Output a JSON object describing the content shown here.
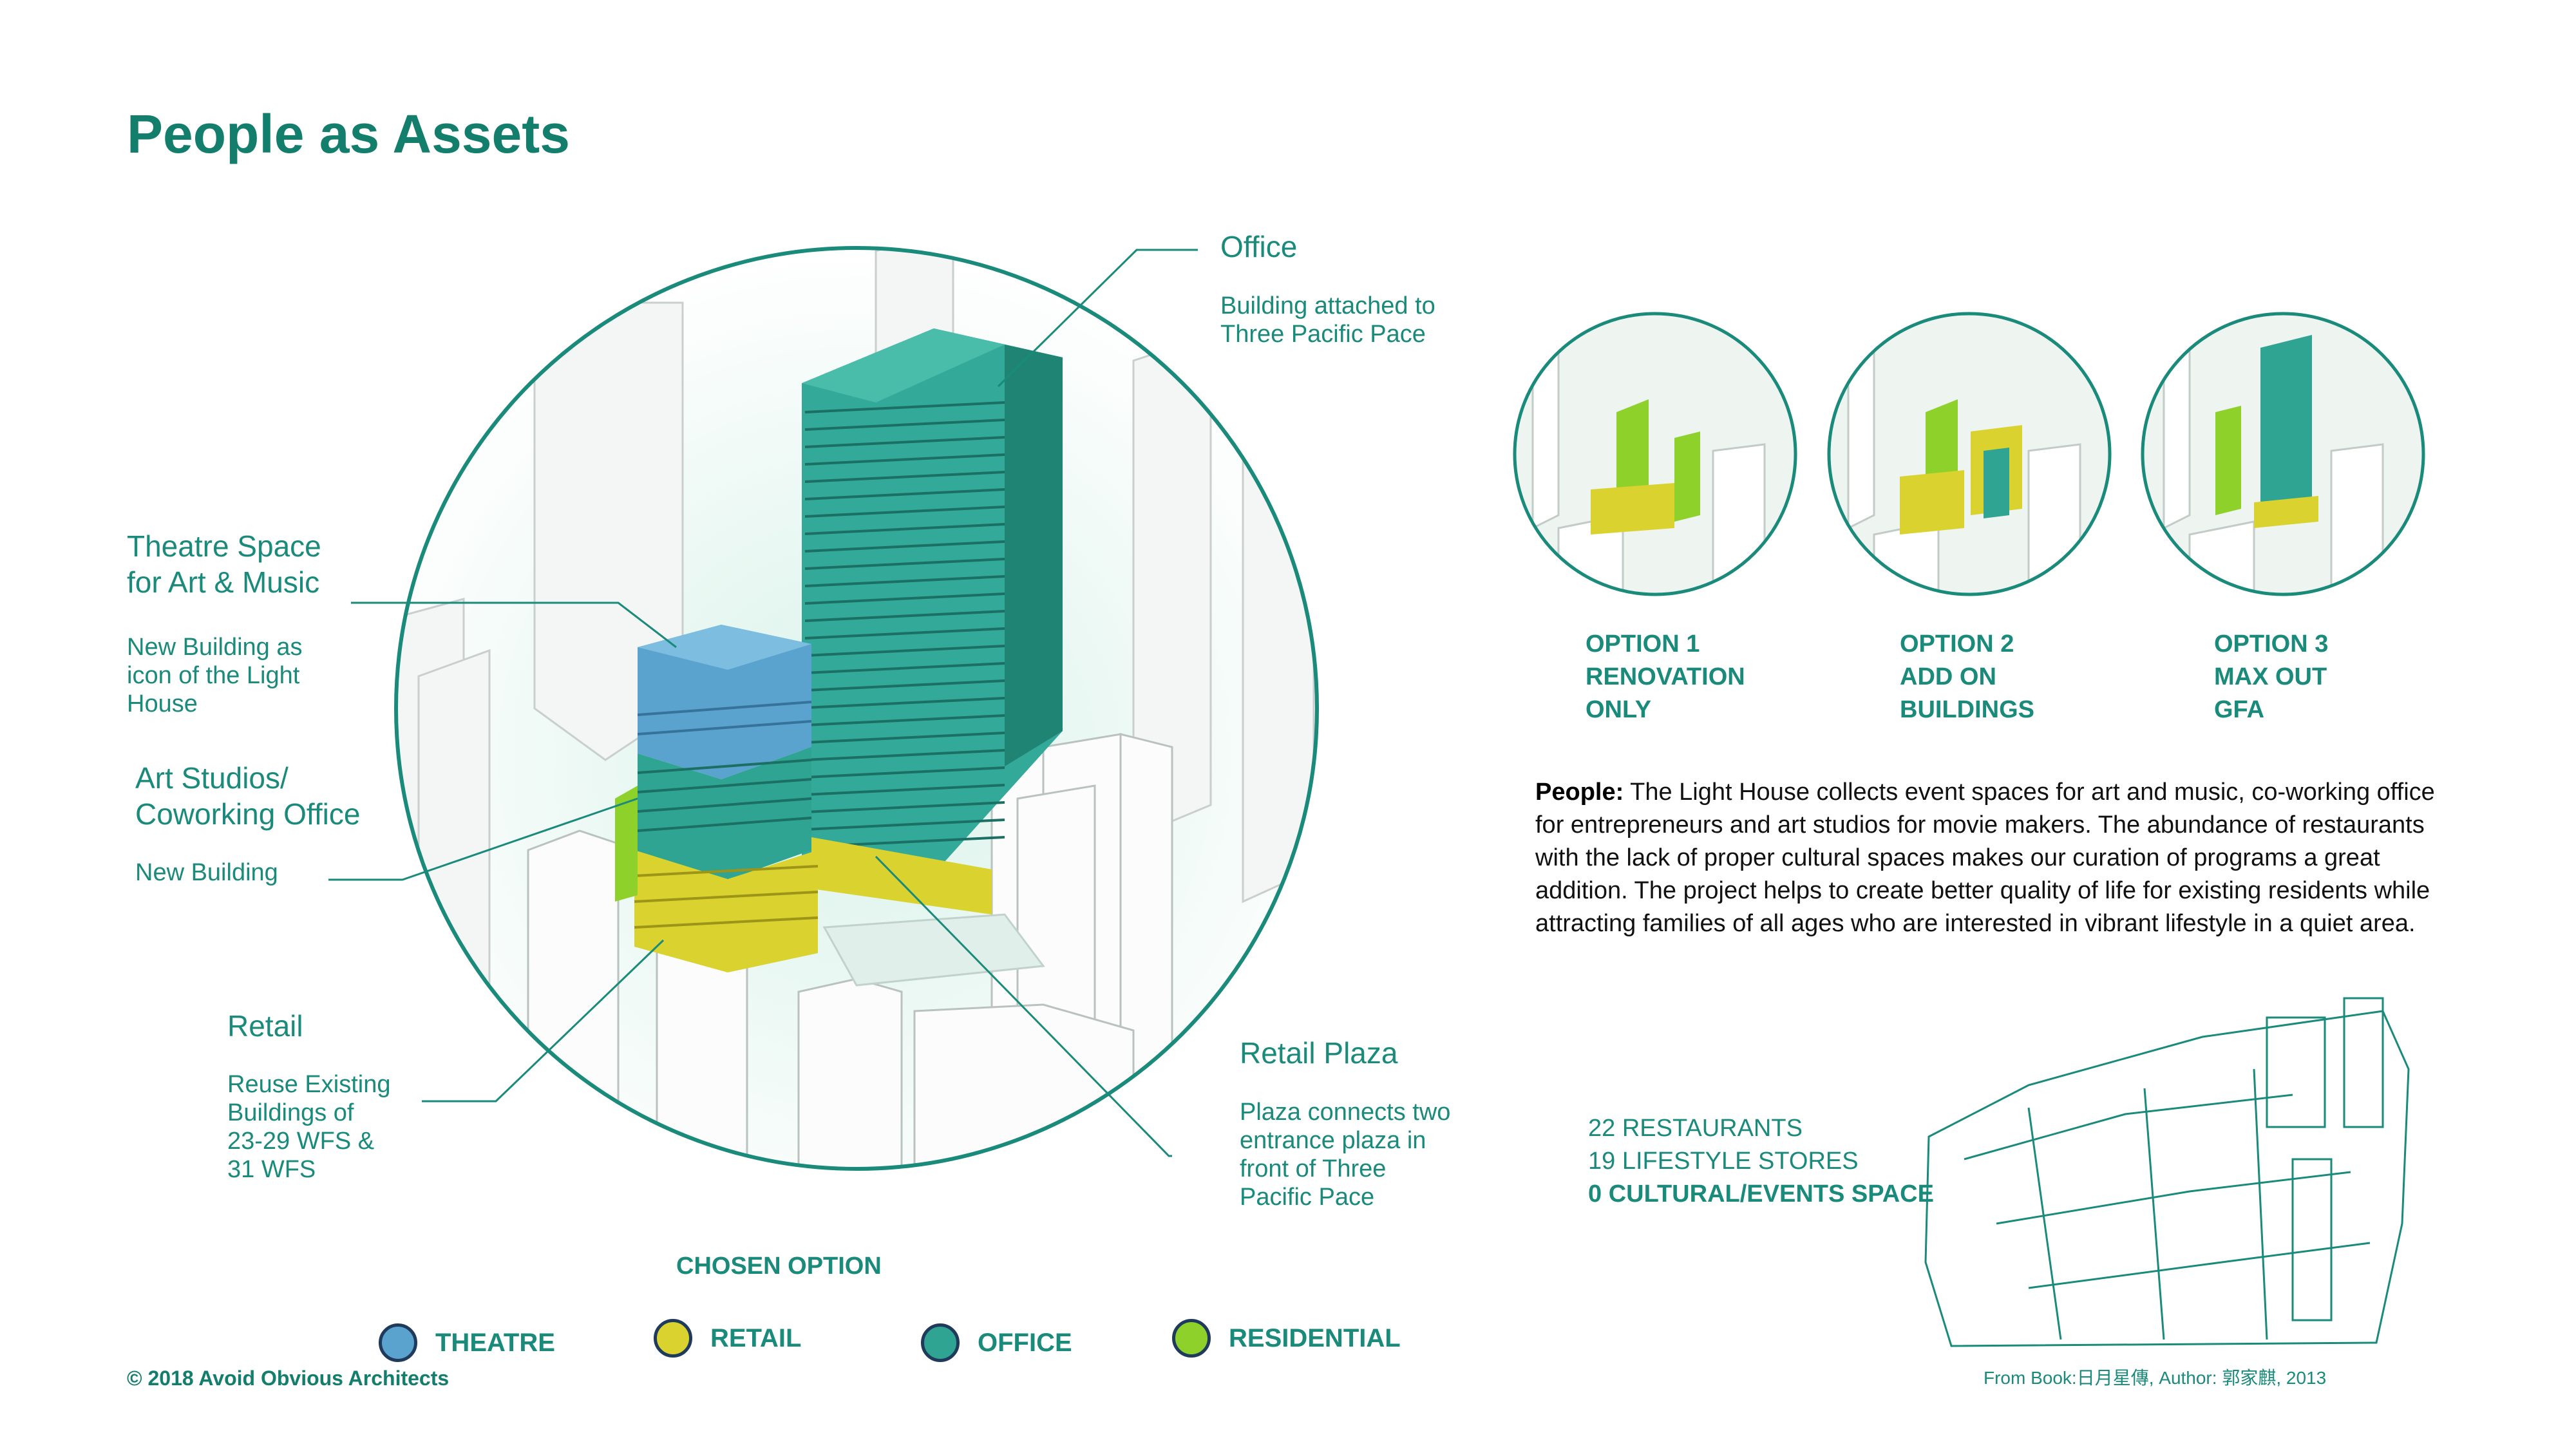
{
  "title": "People as Assets",
  "labels": {
    "office": {
      "heading": "Office",
      "desc_line1": "Building attached to",
      "desc_line2": "Three Pacific Pace"
    },
    "theatre": {
      "heading_line1": "Theatre Space",
      "heading_line2": "for Art & Music",
      "desc_line1": "New Building as",
      "desc_line2": "icon of the Light",
      "desc_line3": "House"
    },
    "art": {
      "heading_line1": "Art Studios/",
      "heading_line2": "Coworking Office",
      "desc": "New Building"
    },
    "retail": {
      "heading": "Retail",
      "desc_line1": "Reuse Existing",
      "desc_line2": "Buildings of",
      "desc_line3": "23-29 WFS &",
      "desc_line4": "31 WFS"
    },
    "plaza": {
      "heading": "Retail Plaza",
      "desc_line1": "Plaza connects two",
      "desc_line2": "entrance plaza in",
      "desc_line3": "front of Three",
      "desc_line4": "Pacific Pace"
    }
  },
  "options": [
    {
      "line1": "OPTION 1",
      "line2": "RENOVATION",
      "line3": "ONLY"
    },
    {
      "line1": "OPTION 2",
      "line2": "ADD ON",
      "line3": "BUILDINGS"
    },
    {
      "line1": "OPTION 3",
      "line2": "MAX OUT",
      "line3": "GFA"
    }
  ],
  "paragraph": {
    "lead": "People:",
    "body": " The Light House collects event spaces for art and music, co-working office for entrepreneurs and art studios for movie makers. The abundance of restaurants with the lack of proper cultural spaces makes our curation of programs a great addition. The project helps to create better quality of life for existing residents while attracting families of all ages who are interested in vibrant lifestyle in a quiet area."
  },
  "stats": {
    "restaurants": "22 RESTAURANTS",
    "stores": "19 LIFESTYLE STORES",
    "cultural": "0 CULTURAL/EVENTS SPACE"
  },
  "chosen_option": "CHOSEN OPTION",
  "legend": [
    {
      "label": "THEATRE",
      "color": "#5aa3cf"
    },
    {
      "label": "RETAIL",
      "color": "#d9d22f"
    },
    {
      "label": "OFFICE",
      "color": "#2fa493"
    },
    {
      "label": "RESIDENTIAL",
      "color": "#8fd12b"
    }
  ],
  "colors": {
    "accent": "#1a8a7a",
    "title": "#137e6b",
    "theatre": "#5aa3cf",
    "retail": "#d9d22f",
    "office": "#2fa493",
    "residential": "#8fd12b"
  },
  "copyright": "© 2018 Avoid Obvious Architects",
  "credit": "From Book:日月星傳, Author: 郭家麒, 2013"
}
